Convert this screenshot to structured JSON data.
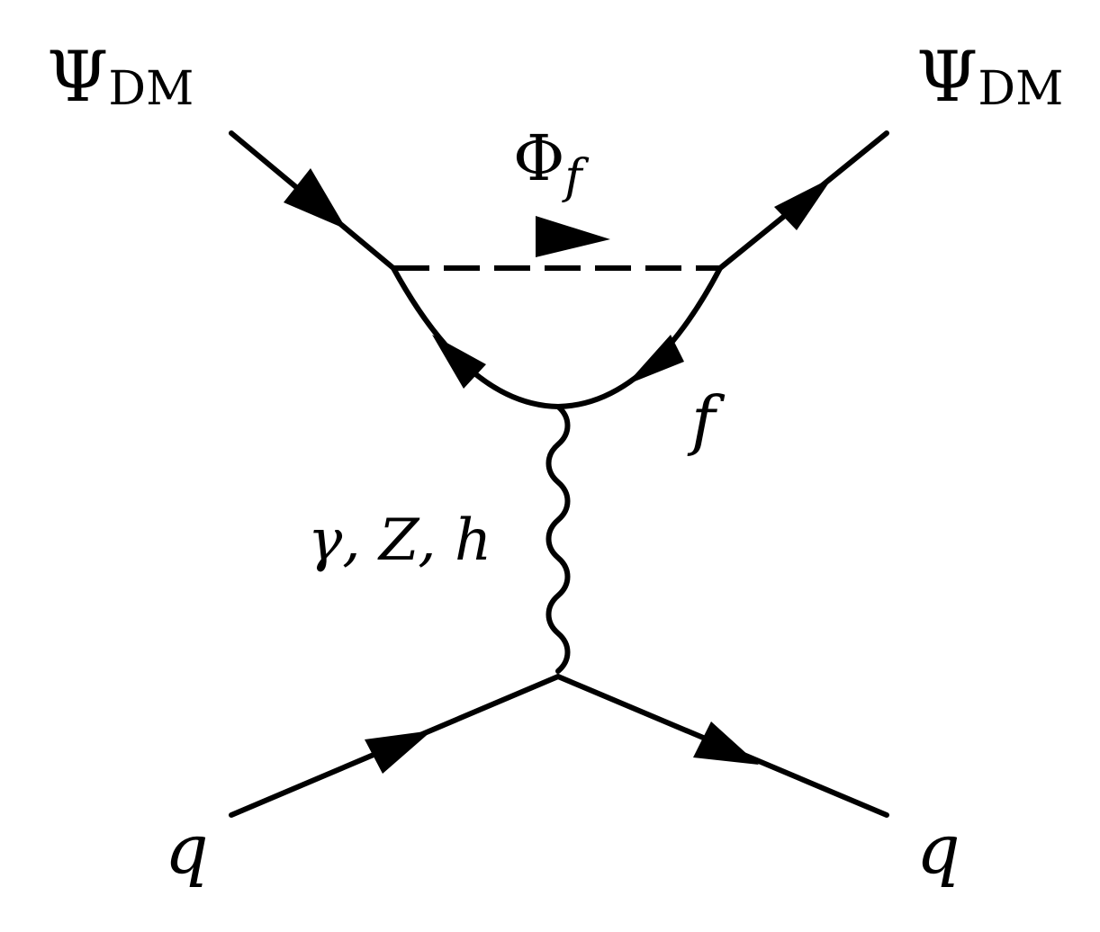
{
  "labels": {
    "psi_symbol": "Ψ",
    "dm_subscript": "DM",
    "phi_symbol": "Φ",
    "phi_subscript": "f",
    "fermion": "f",
    "mediators": "γ, Z, h",
    "quark": "q"
  },
  "style": {
    "line_color": "#000000",
    "background": "#ffffff"
  }
}
